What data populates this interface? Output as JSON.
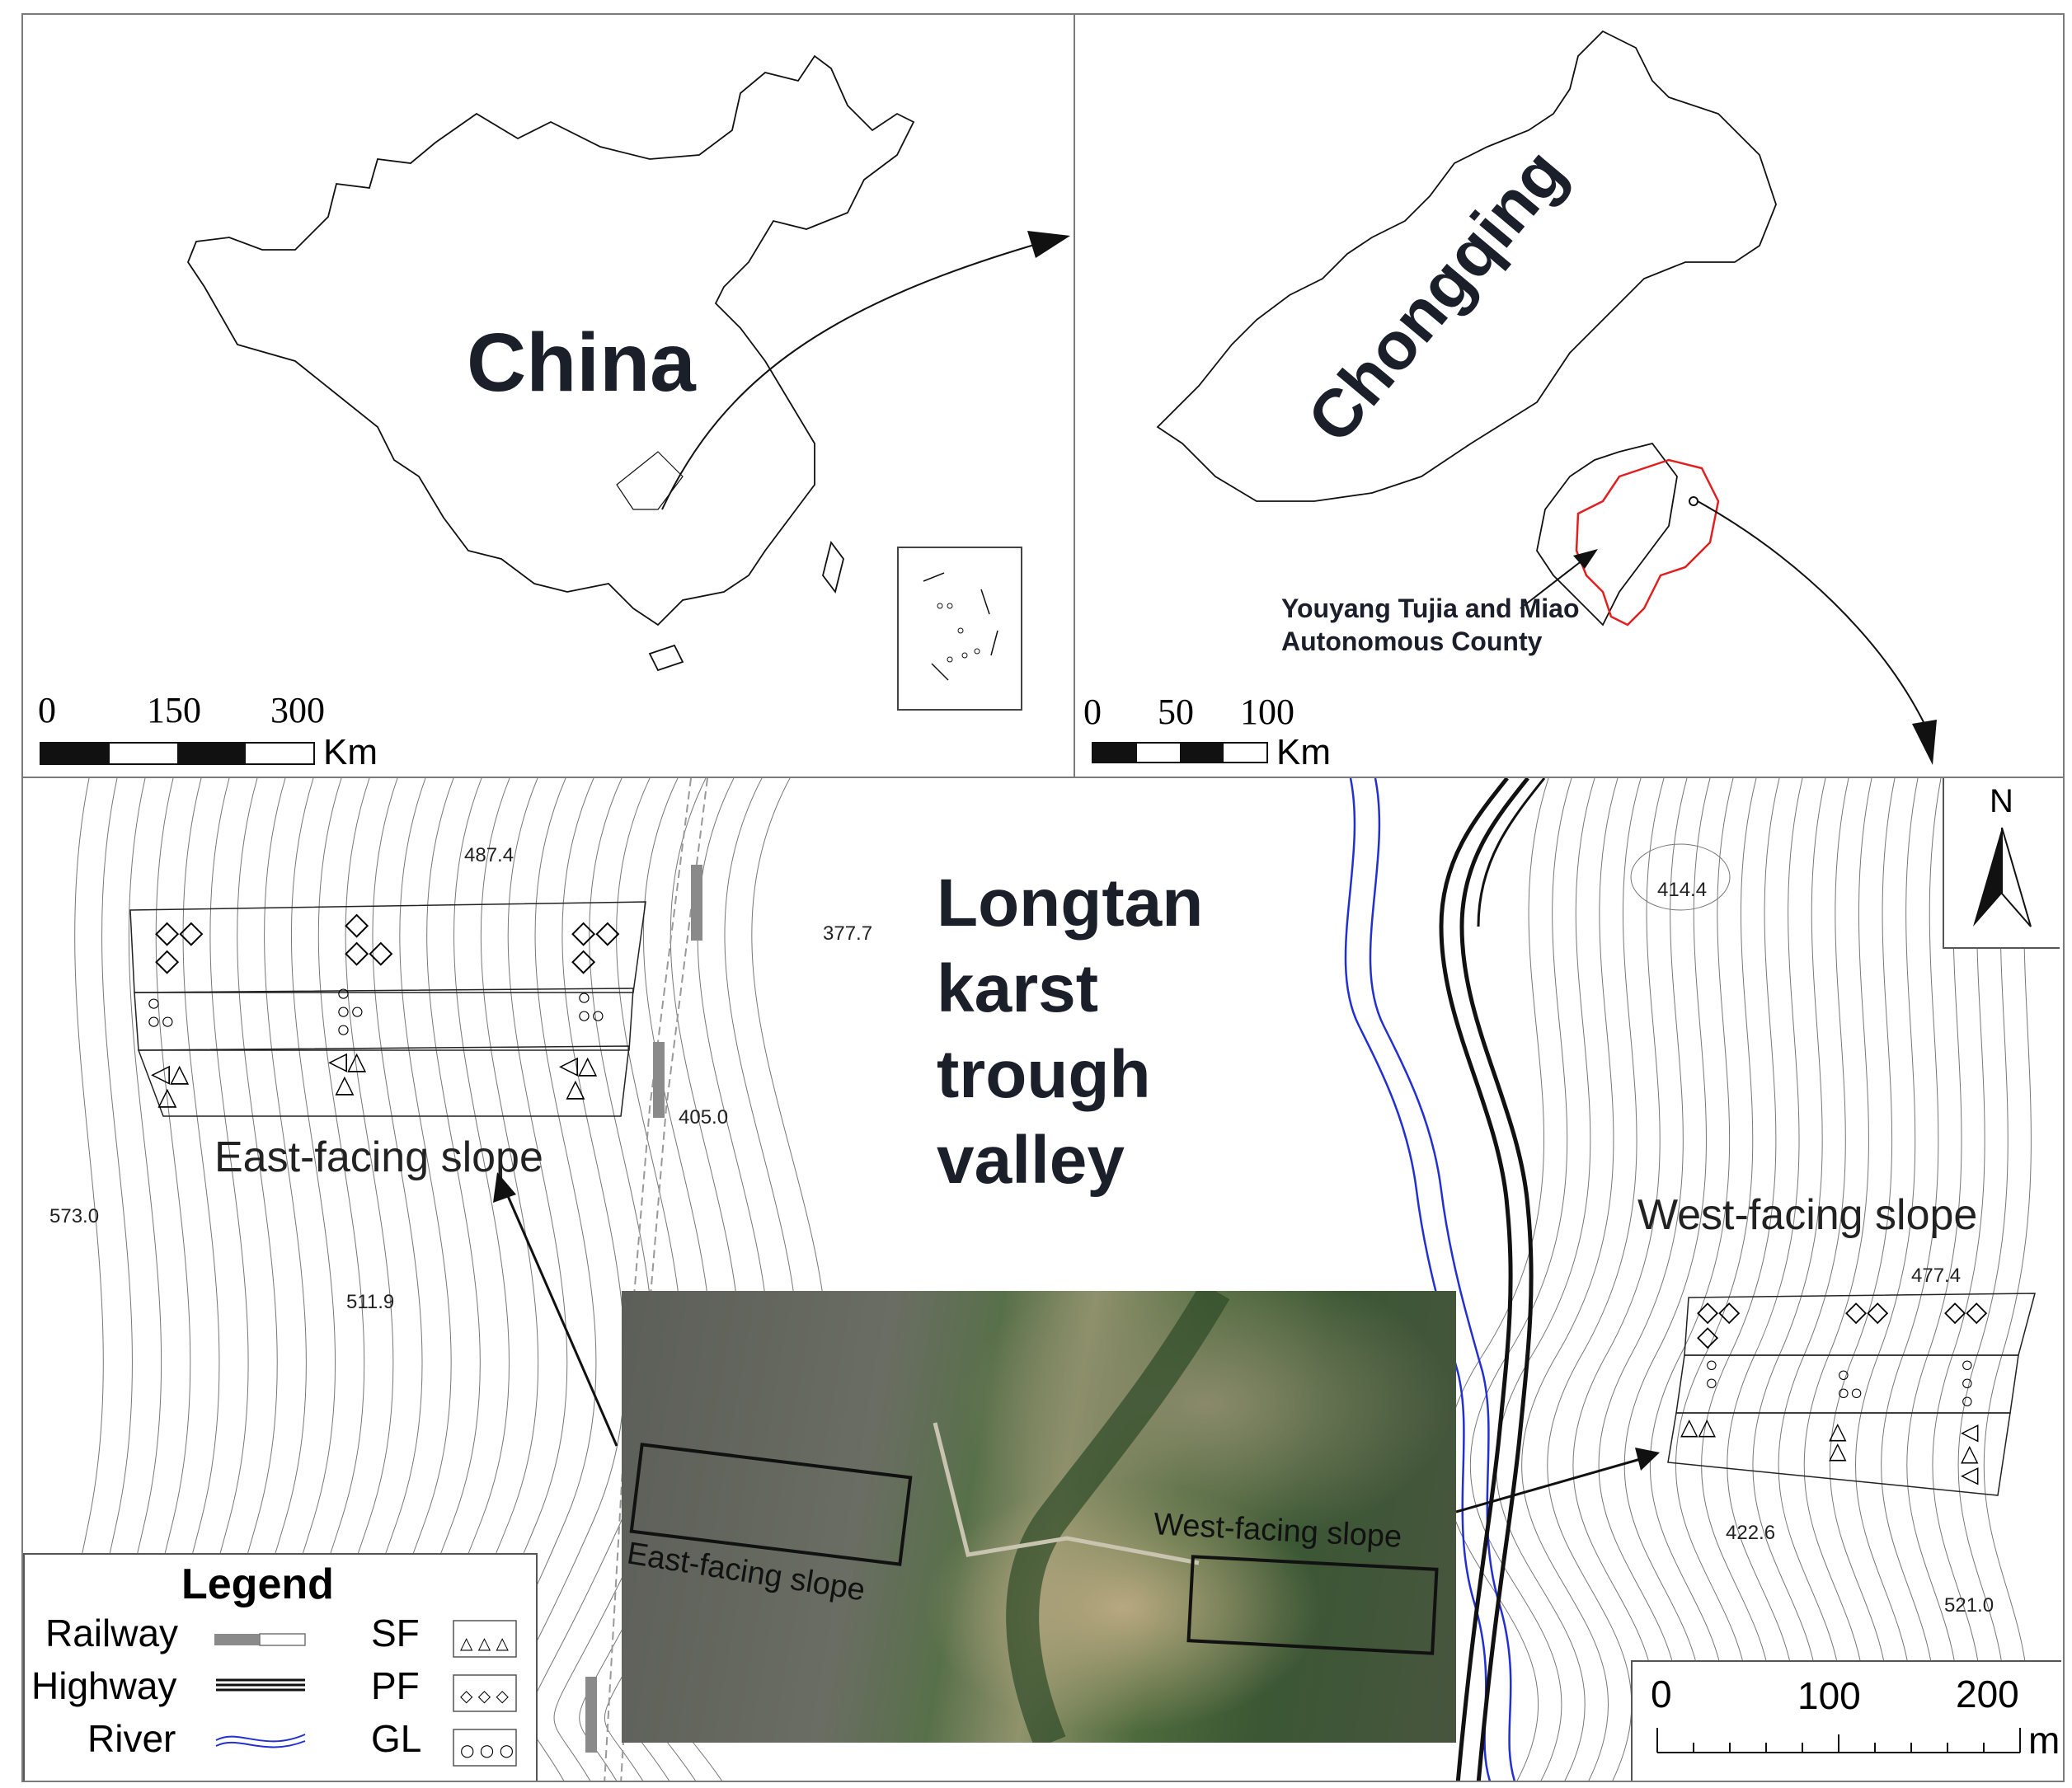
{
  "china_panel": {
    "title": "China",
    "scale": {
      "ticks": [
        "0",
        "150",
        "300"
      ],
      "unit": "Km"
    }
  },
  "chongqing_panel": {
    "title": "Chongqing",
    "county_label": "Youyang Tujia and Miao\nAutonomous County",
    "scale": {
      "ticks": [
        "0",
        "50",
        "100"
      ],
      "unit": "Km"
    },
    "county_color": "#e02020"
  },
  "study_panel": {
    "valley_title": "Longtan\nkarst\ntrough\nvalley",
    "east_slope_label": "East-facing slope",
    "west_slope_label": "West-facing slope",
    "photo_east_label": "East-facing slope",
    "photo_west_label": "West-facing slope",
    "north_label": "N",
    "elevations": [
      "487.4",
      "377.7",
      "405.0",
      "573.0",
      "511.9",
      "414.4",
      "477.4",
      "422.6",
      "521.0"
    ],
    "scale": {
      "ticks": [
        "0",
        "100",
        "200"
      ],
      "unit": "m"
    },
    "river_color": "#2230d0",
    "railway_color": "#8a8a8a"
  },
  "legend": {
    "title": "Legend",
    "railway": "Railway",
    "highway": "Highway",
    "river": "River",
    "sf": "SF",
    "pf": "PF",
    "gl": "GL"
  }
}
